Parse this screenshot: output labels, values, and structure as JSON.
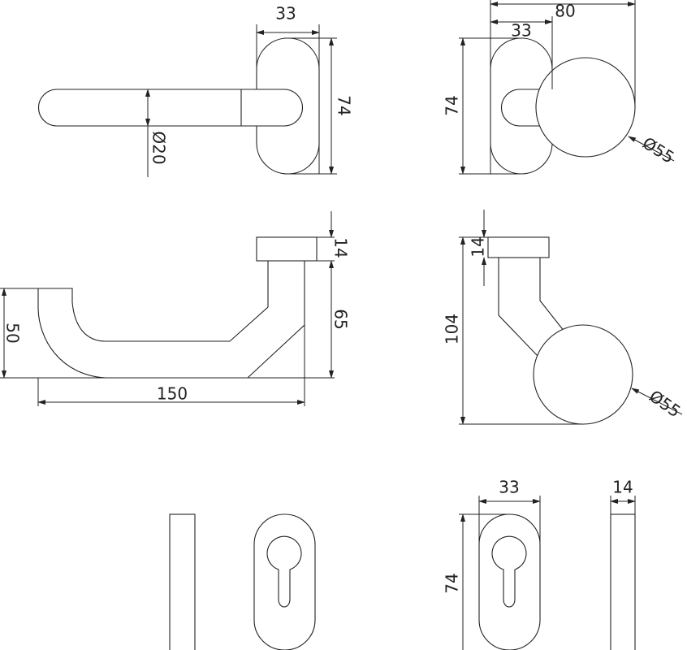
{
  "views": {
    "lever_top": {
      "rose_width": "33",
      "rose_height": "74",
      "lever_diameter": "Ø20"
    },
    "knob_top": {
      "overall_depth": "80",
      "rose_width": "33",
      "rose_height": "74",
      "knob_diameter": "Ø55"
    },
    "lever_side": {
      "rose_thickness": "14",
      "lever_height": "65",
      "lever_drop": "50",
      "lever_length": "150"
    },
    "knob_side": {
      "rose_thickness": "14",
      "overall_height": "104",
      "knob_diameter": "Ø55"
    },
    "escutcheon": {
      "width": "33",
      "height": "74",
      "thickness": "14"
    }
  },
  "colors": {
    "line": "#222222",
    "background": "#ffffff"
  }
}
